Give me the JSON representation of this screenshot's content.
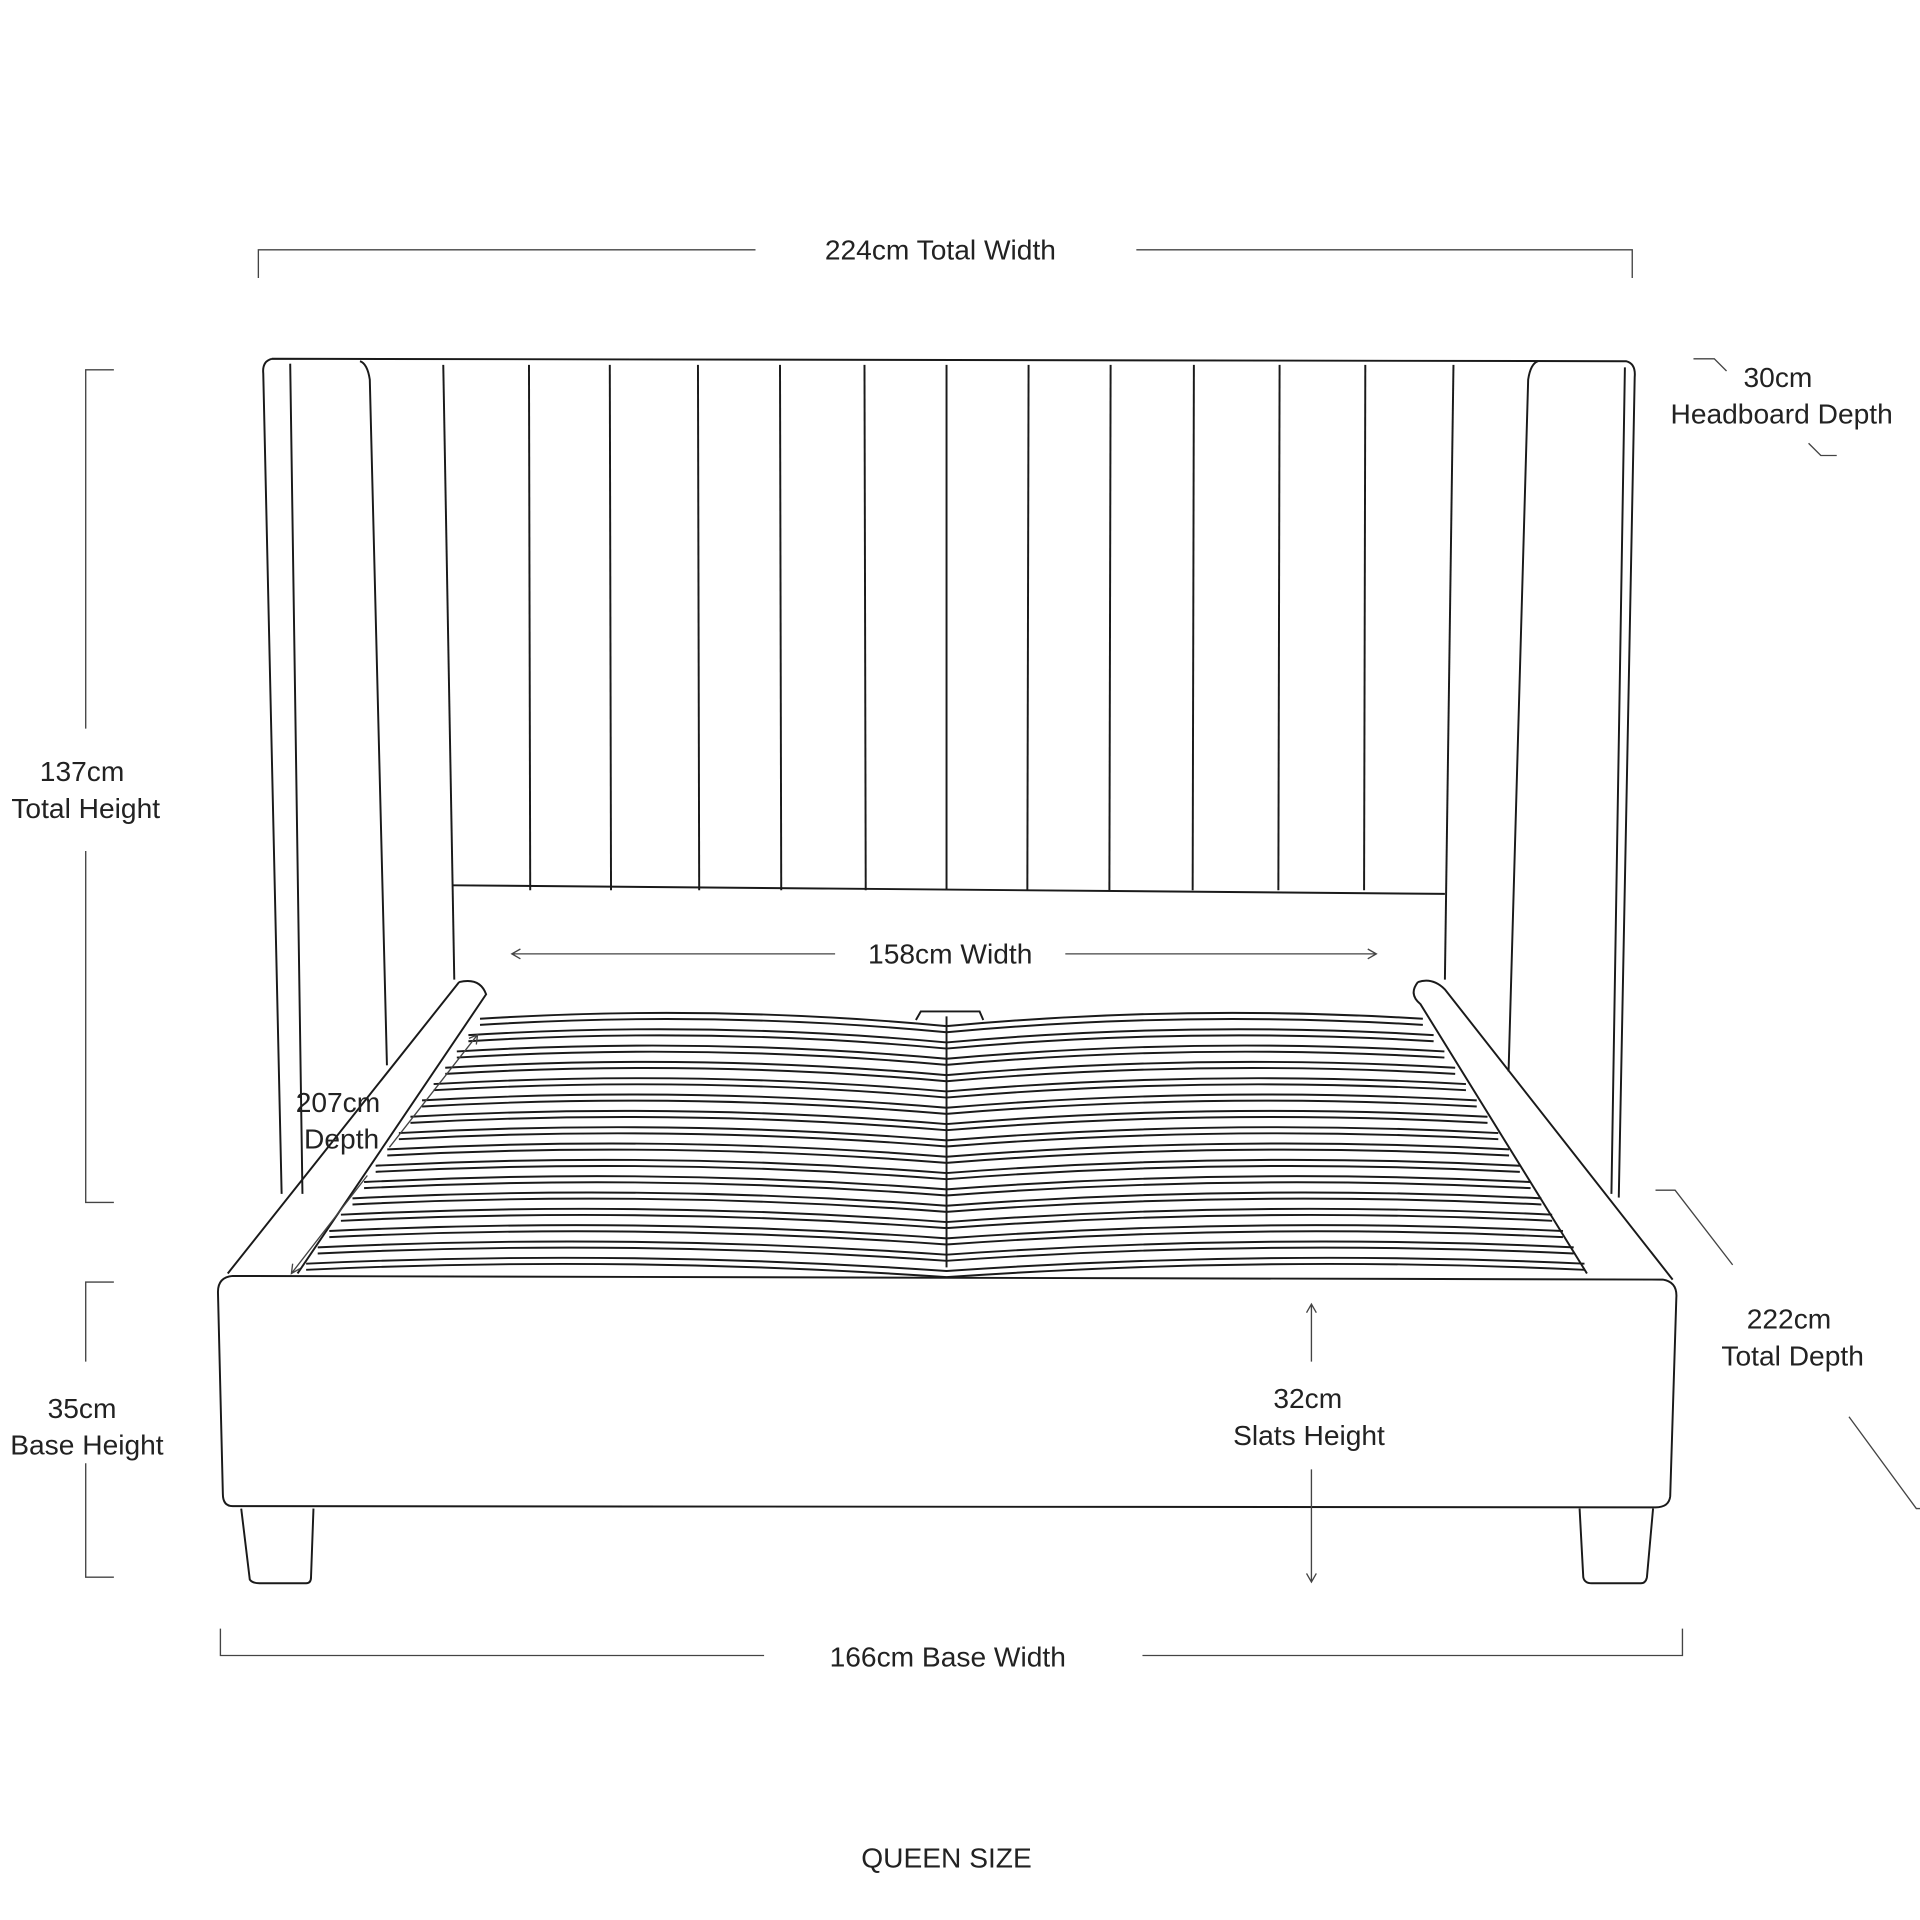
{
  "dimensions": {
    "total_width": "224cm Total Width",
    "headboard_depth_value": "30cm",
    "headboard_depth_label": "Headboard Depth",
    "total_height_value": "137cm",
    "total_height_label": "Total Height",
    "inner_width": "158cm Width",
    "depth_value": "207cm",
    "depth_label": "Depth",
    "total_depth_value": "222cm",
    "total_depth_label": "Total Depth",
    "base_height_value": "35cm",
    "base_height_label": "Base Height",
    "slats_height_value": "32cm",
    "slats_height_label": "Slats Height",
    "base_width": "166cm Base Width"
  },
  "caption": "QUEEN SIZE",
  "colors": {
    "line": "#1a1a1a",
    "text": "#222222"
  }
}
